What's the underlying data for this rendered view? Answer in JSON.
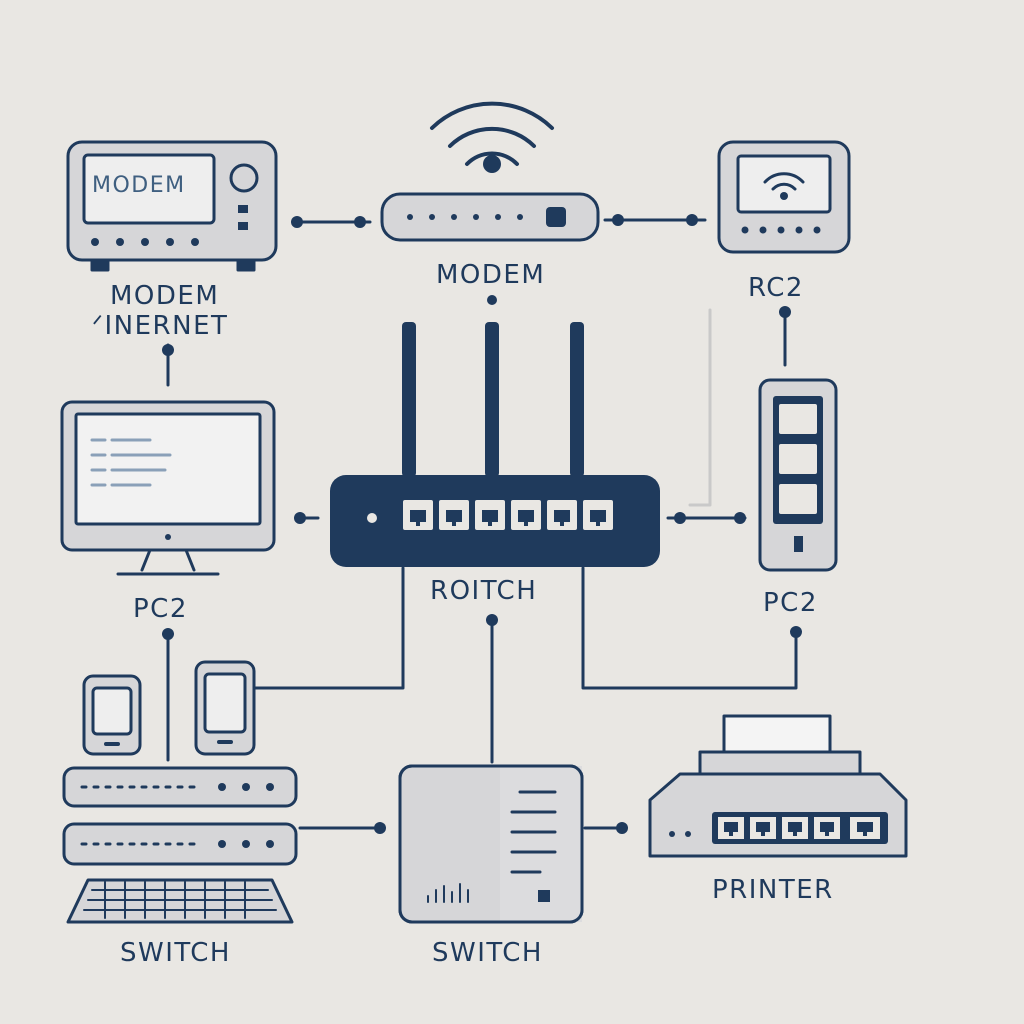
{
  "labels": {
    "modem_screen": "MODEM",
    "modem_left_1": "MODEM",
    "modem_left_2": "ᐟINERNET",
    "modem_center": "MODEM",
    "pc_top_right": "RC2",
    "monitor": "PC2",
    "router": "ROITCH",
    "pc_right": "PC2",
    "switch_left": "SWITCH",
    "switch_center": "SWITCH",
    "printer": "PRINTER"
  },
  "colors": {
    "background": "#e9e7e3",
    "line": "#1f3a5c",
    "device_fill": "#d6d6d8",
    "router_fill": "#1f3a5c",
    "screen_fill": "#eeeeee"
  }
}
